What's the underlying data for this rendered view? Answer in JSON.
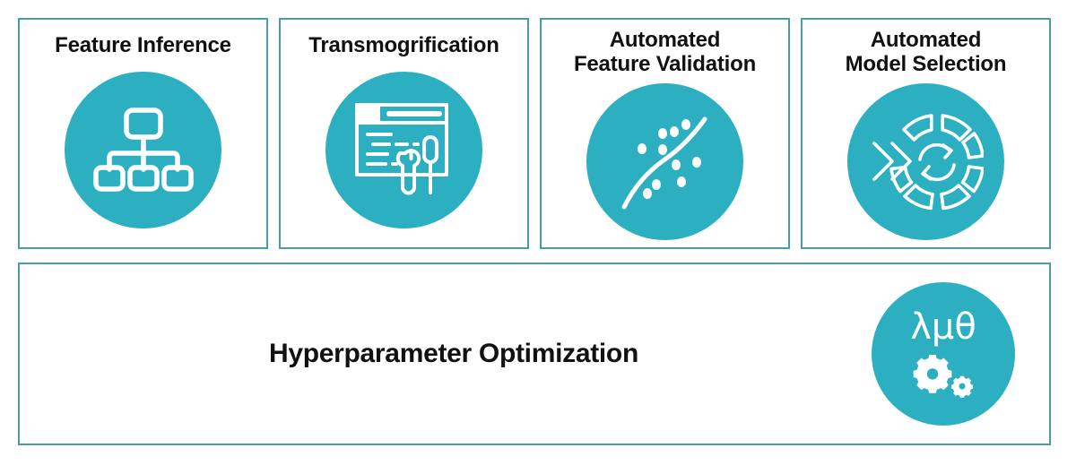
{
  "theme": {
    "accent_teal": "#2BAFC1",
    "border_teal": "#4a9caa",
    "text_color": "#111111",
    "background": "#ffffff",
    "icon_stroke": "#ffffff"
  },
  "cards": [
    {
      "title": "Feature Inference",
      "lines": 1,
      "icon_name": "hierarchy-tree-icon"
    },
    {
      "title": "Transmogrification",
      "lines": 1,
      "icon_name": "code-window-tools-icon"
    },
    {
      "title": "Automated\nFeature Validation",
      "lines": 2,
      "icon_name": "scatter-plot-trendline-icon"
    },
    {
      "title": "Automated\nModel Selection",
      "lines": 2,
      "icon_name": "segmented-wheel-refresh-icon"
    }
  ],
  "banner": {
    "title": "Hyperparameter Optimization",
    "icon_name": "greek-letters-gears-icon",
    "icon_letters": "λμθ"
  }
}
